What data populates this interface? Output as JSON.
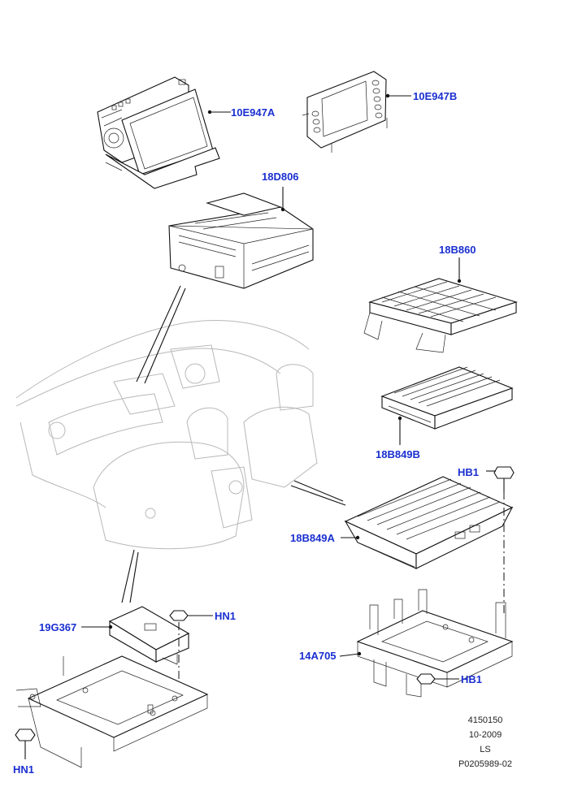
{
  "callouts": {
    "c1": "10E947A",
    "c2": "10E947B",
    "c3": "18D806",
    "c4": "18B860",
    "c5": "18B849B",
    "c6": "HB1",
    "c7": "18B849A",
    "c8": "HN1",
    "c9": "19G367",
    "c10": "14A705",
    "c11": "HB1",
    "c12": "HN1"
  },
  "footer": {
    "line1": "4150150",
    "line2": "10-2009",
    "line3": "LS",
    "line4": "P0205989-02"
  },
  "colors": {
    "callout": "#1a2fd0",
    "line": "#111111",
    "ghost": "#b8b8b8"
  }
}
